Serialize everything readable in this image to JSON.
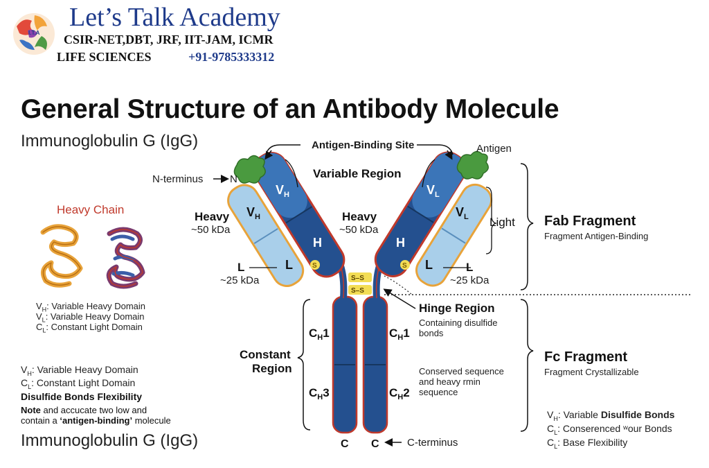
{
  "brand": {
    "name": "Let’s Talk Academy",
    "exams": "CSIR-NET,DBT, JRF, IIT-JAM, ICMR",
    "field": "LIFE SCIENCES",
    "phone": "+91-9785333312"
  },
  "header": {
    "title": "General Structure of an Antibody Molecule",
    "subtitle": "Immunoglobulin G (IgG)"
  },
  "left_panel": {
    "heavy_chain_title": "Heavy Chain",
    "key1": [
      {
        "sym": "V",
        "sub": "H",
        "text": ": Variable Heavy Domain"
      },
      {
        "sym": "V",
        "sub": "L",
        "text": ": Variable Heavy Domain"
      },
      {
        "sym": "C",
        "sub": "L",
        "text": ": Constant Light Domain"
      }
    ],
    "key2": [
      {
        "sym": "V",
        "sub": "H",
        "text": ": Variable Heavy Domain"
      },
      {
        "sym": "C",
        "sub": "L",
        "text": ": Constant Light Domain"
      }
    ],
    "disulfide_title": "Disulfide Bonds Flexibility",
    "note_bold": "Note",
    "note_line1": " and accucate two low and",
    "note_line2_a": "contain a ",
    "note_line2_b": "‘antigen-binding’",
    "note_line2_c": " molecule",
    "footer": "Immunoglobulin G (IgG)"
  },
  "diagram": {
    "antigen_binding_site": "Antigen-Binding Site",
    "antigen": "Antigen",
    "n_terminus": "N-terminus",
    "n": "N",
    "variable_region": "Variable Region",
    "heavy": "Heavy",
    "heavy_kda": "~50 kDa",
    "light": "Light",
    "l": "L",
    "l_kda": "~25 kDa",
    "h": "H",
    "v": "V",
    "sub_h": "H",
    "sub_l": "L",
    "c": "C",
    "s": "S",
    "ss": "S–S",
    "ch1_sub": "H",
    "ch1_num": "1",
    "ch2_num": "2",
    "ch3_num": "3",
    "hinge_region": "Hinge Region",
    "hinge_desc1": "Containing disulfide",
    "hinge_desc2": "bonds",
    "constant_region1": "Constant",
    "constant_region2": "Region",
    "conserved1": "Conserved sequence",
    "conserved2": "and heavy rmin",
    "conserved3": "sequence",
    "c_terminus": "C-terminus"
  },
  "right_panel": {
    "fab_title": "Fab Fragment",
    "fab_sub": "Fragment Antigen-Binding",
    "fc_title": "Fc Fragment",
    "fc_sub": "Fragment Crystallizable",
    "key": [
      {
        "sym": "V",
        "sub": "H",
        "text": ": Variable ",
        "bold": "Disulfide Bonds"
      },
      {
        "sym": "C",
        "sub": "L",
        "text": ": Conserenced ʷour Bonds",
        "bold": ""
      },
      {
        "sym": "C",
        "sub": "L",
        "text": ": Base Flexibility",
        "bold": ""
      }
    ]
  },
  "colors": {
    "heavy_dark": "#24508f",
    "heavy_mid": "#3b75b8",
    "light_pale": "#a9cfea",
    "outline_red": "#c0392b",
    "outline_orange": "#e8a33a",
    "antigen_green": "#4a9a3f",
    "disulfide_yellow": "#f3dd55",
    "brand_blue": "#1e3a8a"
  }
}
